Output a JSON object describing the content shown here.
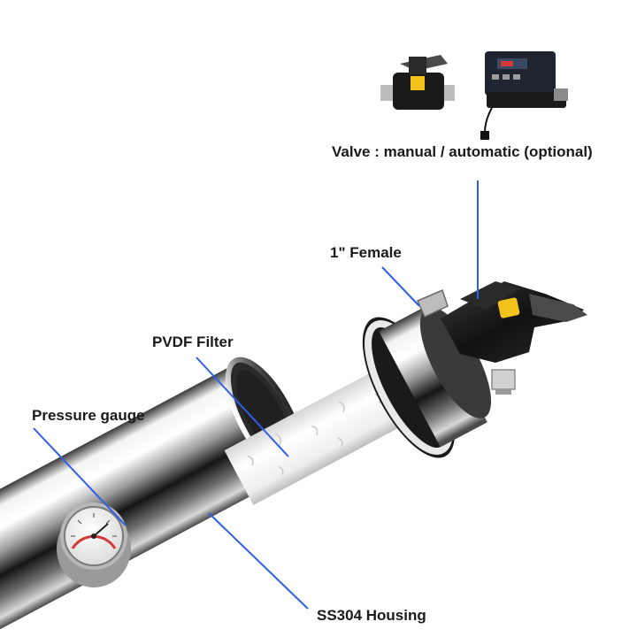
{
  "labels": {
    "valve": "Valve : manual / automatic (optional)",
    "female": "1\" Female",
    "pvdf": "PVDF Filter",
    "gauge": "Pressure gauge",
    "housing": "SS304 Housing"
  },
  "colors": {
    "leader": "#2f5fe8",
    "label_text": "#1a1a1a",
    "accent_yellow": "#f2c21b"
  }
}
